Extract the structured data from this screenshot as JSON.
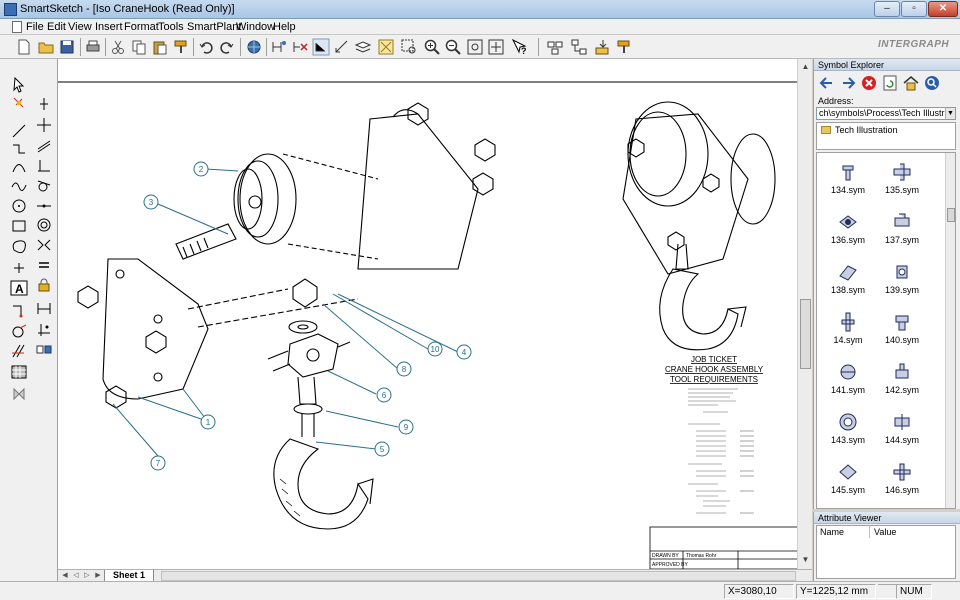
{
  "window": {
    "title": "SmartSketch - [Iso CraneHook (Read Only)]"
  },
  "menu": [
    "File",
    "Edit",
    "View",
    "Insert",
    "Format",
    "Tools",
    "SmartPlant",
    "Window",
    "Help"
  ],
  "brand": "INTERGRAPH",
  "drawing": {
    "callouts": [
      "1",
      "2",
      "3",
      "4",
      "5",
      "6",
      "7",
      "8",
      "9",
      "10"
    ],
    "job_ticket": {
      "title1": "JOB TICKET",
      "title2": "CRANE HOOK ASSEMBLY",
      "title3": "TOOL REQUIREMENTS"
    },
    "title_block": {
      "drawn_by": "DRAWN BY",
      "drawn_name": "Thomas Rohr",
      "approved_by": "APPROVED BY"
    }
  },
  "sheet": {
    "tab": "Sheet 1"
  },
  "symbol_explorer": {
    "title": "Symbol Explorer",
    "address_label": "Address:",
    "address_value": "ch\\symbols\\Process\\Tech Illustration",
    "folder": "Tech Illustration",
    "symbols": [
      "134.sym",
      "135.sym",
      "136.sym",
      "137.sym",
      "138.sym",
      "139.sym",
      "14.sym",
      "140.sym",
      "141.sym",
      "142.sym",
      "143.sym",
      "144.sym",
      "145.sym",
      "146.sym"
    ]
  },
  "attribute_viewer": {
    "title": "Attribute Viewer",
    "col_name": "Name",
    "col_value": "Value"
  },
  "status": {
    "x": "X=3080,10 mm",
    "y": "Y=1225,12 mm",
    "num": "NUM"
  },
  "colors": {
    "accent": "#3a6fb5",
    "callout": "#2b6f8c"
  }
}
